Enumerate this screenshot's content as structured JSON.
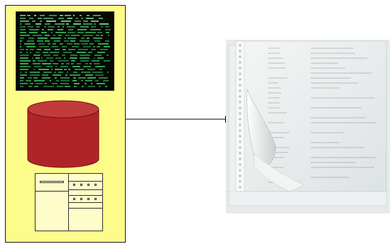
{
  "diagram": {
    "colors": {
      "panel_fill": "#fdfb8a",
      "database_fill": "#b02428",
      "database_top": "#c23a3c",
      "window_fill": "#fefcc8",
      "terminal_text": "#3fd86a",
      "connector": "#000000"
    },
    "nodes": [
      {
        "id": "source-panel",
        "kind": "container",
        "contains": [
          "terminal-screen",
          "database",
          "form-window"
        ]
      },
      {
        "id": "terminal-screen",
        "kind": "green-screen terminal icon"
      },
      {
        "id": "database",
        "kind": "database cylinder icon"
      },
      {
        "id": "form-window",
        "kind": "application window icon"
      },
      {
        "id": "printed-report",
        "kind": "continuous-form printout photo"
      }
    ],
    "edges": [
      {
        "from": "source-panel",
        "to": "printed-report",
        "style": "solid arrow"
      }
    ]
  }
}
